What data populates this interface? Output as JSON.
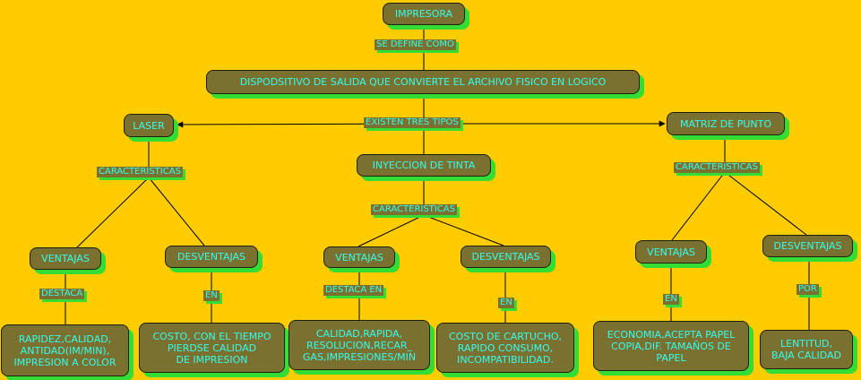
{
  "nodes": {
    "impresora": "IMPRESORA",
    "definicion": "DISPODSITIVO DE SALIDA QUE CONVIERTE EL ARCHIVO FISICO EN LOGICO",
    "laser": "LASER",
    "inyeccion": "INYECCION DE TINTA",
    "matriz": "MATRIZ DE PUNTO",
    "laser_ventajas": "VENTAJAS",
    "laser_desventajas": "DESVENTAJAS",
    "iny_ventajas": "VENTAJAS",
    "iny_desventajas": "DESVENTAJAS",
    "mat_ventajas": "VENTAJAS",
    "mat_desventajas": "DESVENTAJAS",
    "laser_ventajas_detalle": "RAPIDEZ,CALIDAD,\nANTIDAD(IM/MIN),\nIMPRESION A COLOR",
    "laser_desventajas_detalle": "COSTO, CON EL TIEMPO\nPIERDSE CALIDAD\nDE IMPRESION",
    "iny_ventajas_detalle": "CALIDAD,RAPIDA,\nRESOLUCION,RECAR_\nGAS,IMPRESIONES/MIN",
    "iny_desventajas_detalle": "COSTO DE CARTUCHO,\nRAPIDO CONSUMO,\nINCOMPATIBILIDAD.",
    "mat_ventajas_detalle": "ECONOMIA,ACEPTA PAPEL\nCOPIA,DIF. TAMAÑOS DE\nPAPEL",
    "mat_desventajas_detalle": "LENTITUD,\nBAJA CALIDAD"
  },
  "links": {
    "se_define": "SE DEFINE COMO",
    "existen": "EXISTEN TRES TIPOS",
    "car_laser": "CARACTERISTICAS",
    "car_iny": "CARACTERISTICAS",
    "car_mat": "CARACTERISTICAS",
    "destaca": "DESTACA",
    "en_laser": "EN",
    "destaca_en": "DESTACA EN",
    "en_iny": "EN",
    "en_mat": "EN",
    "por": "POR"
  },
  "colors": {
    "background": "#ffcc00",
    "node_fill": "#7a7030",
    "text": "#33ffee",
    "shadow": "#33dd33",
    "line": "#000000"
  }
}
